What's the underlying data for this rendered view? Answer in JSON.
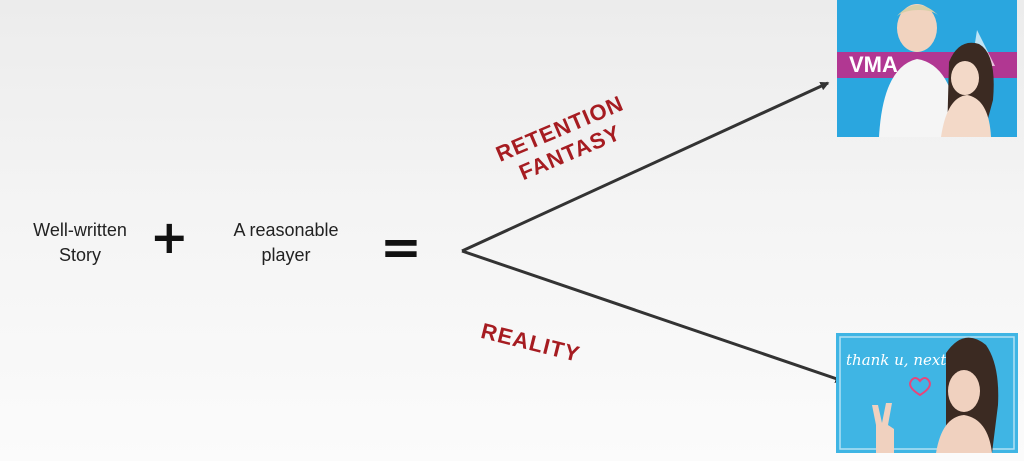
{
  "left_term": "Well-written Story",
  "plus_sign": "+",
  "right_term": "A reasonable player",
  "equals_sign": "=",
  "upper_branch_label": "RETENTION FANTASY",
  "lower_branch_label": "REALITY",
  "lower_image_caption": "thank u, next",
  "upper_image_overlay": "VMA",
  "colors": {
    "label_red": "#a61c21",
    "arrow": "#333333",
    "sky_blue": "#29a9e0",
    "magenta": "#c02b8a"
  }
}
